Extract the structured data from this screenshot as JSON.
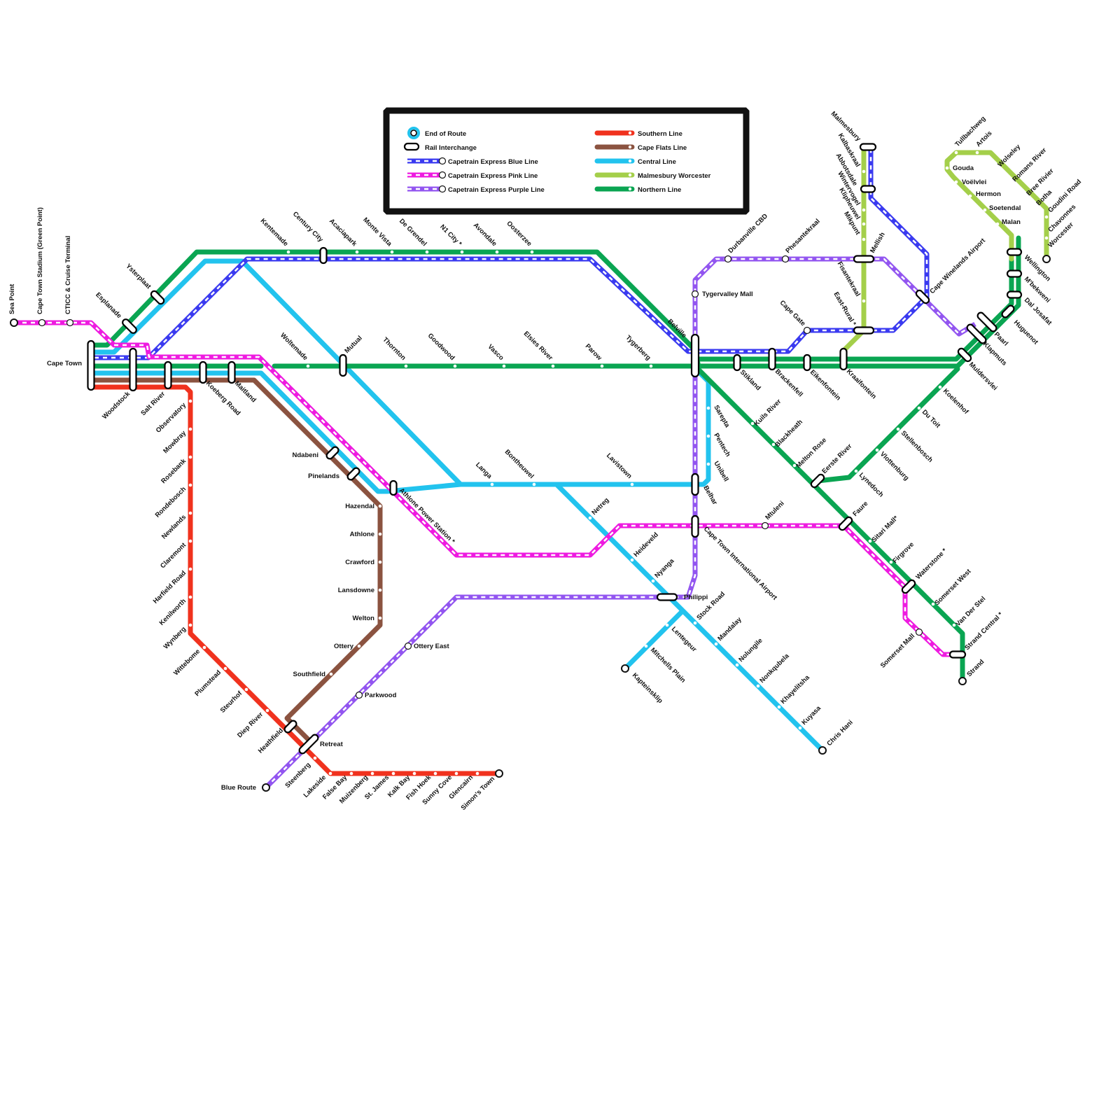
{
  "legend": {
    "end_of_route": "End of Route",
    "rail_interchange": "Rail Interchange",
    "express_blue": "Capetrain Express Blue Line",
    "express_pink": "Capetrain Express Pink Line",
    "express_purple": "Capetrain Express Purple Line",
    "southern": "Southern Line",
    "cape_flats": "Cape Flats Line",
    "central": "Central Line",
    "malmesbury_worcester": "Malmesbury Worcester",
    "northern": "Northern Line"
  },
  "colors": {
    "southern": "#f0321e",
    "cape_flats": "#8b5340",
    "central": "#22c3ee",
    "malmesbury": "#a4cf4a",
    "northern": "#0aa552",
    "blue": "#3a3af0",
    "pink": "#ee1be0",
    "purple": "#9255f0"
  },
  "lines": {
    "southern": "Southern Line",
    "cape_flats": "Cape Flats Line",
    "central": "Central Line",
    "malmesbury": "Malmesbury Worcester",
    "northern": "Northern Line",
    "blue": "Capetrain Express Blue Line",
    "pink": "Capetrain Express Pink Line",
    "purple": "Capetrain Express Purple Line"
  },
  "stations": {
    "sea_point": "Sea Point",
    "ct_stadium": "Cape Town Stadium (Green Point)",
    "ctcc": "CTICC & Cruise Terminal",
    "cape_town": "Cape Town",
    "esplanade": "Esplanade",
    "ysterplaat": "Ysterplaat",
    "woodstock": "Woodstock",
    "salt_river": "Salt River",
    "koeberg_road": "Koeberg Road",
    "maitland": "Maitland",
    "kentemade": "Kentemade",
    "century_city": "Century City",
    "acaciapark": "Acaciapark",
    "monte_vista": "Monte Vista",
    "de_grendel": "De Grendel",
    "n1_city": "N1 City *",
    "avondale": "Avondale",
    "oosterzee": "Oosterzee",
    "woltemade": "Woltemade",
    "mutual": "Mutual",
    "thornton": "Thornton",
    "goodwood": "Goodwood",
    "vasco": "Vasco",
    "elsies_river": "Elsies River",
    "parow": "Parow",
    "tygerberg": "Tygerberg",
    "bellville": "Belville",
    "durbanville": "Durbanville CBD",
    "phesantekraal": "Phesantekraal",
    "tygervalley": "Tygervalley Mall",
    "cape_gate": "Cape Gate",
    "east_rural": "East-Rural *",
    "fisantekraal": "Fisantekraal",
    "mellish": "Mellish",
    "cw_airport": "Cape Winelands Airport",
    "malmesbury": "Malmesbury",
    "abbotsdale": "Abbotsdale",
    "kalbaskraal": "Kalbaskraal",
    "wintervogel": "Wintervogel",
    "klipheuwel": "Klipheuwel",
    "mikpunt": "Mikpunt",
    "stikland": "Stikland",
    "brackenfell": "Brackenfell",
    "eikenfontein": "Eikenfontein",
    "kraaifontein": "Kraaifontein",
    "kuils_river": "Kuils River",
    "blackheath": "Blackheath",
    "melton_rose": "Melton Rose",
    "eerste_river": "Eerste River",
    "lynedoch": "Lynedoch",
    "vlottenburg": "Vlottenburg",
    "stellenbosch": "Stellenbosch",
    "du_toit": "Du Toit",
    "koelenhof": "Koelenhof",
    "muldersvlei": "Muldersvlei",
    "klapmuts": "Klapmuts",
    "paarl": "Paarl",
    "huguenot": "Huguenot",
    "dal_josafat": "Dal Josafat",
    "mbekweni": "M'bekweni",
    "wellington": "Wellington",
    "faure": "Faure",
    "sitari": "Sitari Mall*",
    "firgrove": "Firgrove",
    "waterstone": "Waterstone *",
    "somerset_west": "Somerset West",
    "van_der_stel": "Van Der Stel",
    "strand_central": "Strand Central *",
    "strand": "Strand",
    "somerset_mall": "Somerset Mall",
    "tulbachweg": "Tullbachweg",
    "artois": "Artois",
    "wolseley": "Wolseley",
    "romans_river": "Romans River",
    "bree_rivier": "Bree Rivier",
    "botha": "Botha",
    "goudini_road": "Goudini Road",
    "chavonnes": "Chavonnes",
    "worcester": "Worcester",
    "gouda": "Gouda",
    "voelvlei": "Voëlvlei",
    "hermon": "Hermon",
    "soetendal": "Soetendal",
    "malan": "Malan",
    "sarepta": "Sarepta",
    "pentech": "Pentech",
    "unibell": "Unibell",
    "belhar": "Belhar",
    "ct_airport": "Cape Town International Airport",
    "mtuleni": "Mtuleni",
    "langa": "Langa",
    "bontheuwel": "Bontheuwel",
    "lavistown": "Lavistown",
    "netreg": "Netreg",
    "heideveld": "Heideveld",
    "nyanga": "Nyanga",
    "philippi": "Philippi",
    "stock_road": "Stock Road",
    "mandalay": "Mandalay",
    "nolungile": "Nolungile",
    "nonkqubela": "Nonkqubela",
    "khayelitsha": "Khayelitsha",
    "kuyasa": "Kuyasa",
    "chris_hani": "Chris Hani",
    "lentegeur": "Lentegeur",
    "mitchells_plain": "Mitchells Plain",
    "kapteinsklip": "Kapteinsklip",
    "ndabeni": "Ndabeni",
    "pinelands": "Pinelands",
    "athlone_ps": "Athlone Power Station *",
    "hazendal": "Hazendal",
    "athlone": "Athlone",
    "crawford": "Crawford",
    "lansdowne": "Lansdowne",
    "welton": "Welton",
    "ottery": "Ottery",
    "ottery_east": "Ottery East",
    "southfield": "Southfield",
    "parkwood": "Parkwood",
    "heathfield": "Heathfield",
    "retreat": "Retreat",
    "steenberg": "Steenberg",
    "blue_route": "Blue Route",
    "observatory": "Observatory",
    "mowbray": "Mowbray",
    "rosebank": "Rosebank",
    "rondebosch": "Rondebosch",
    "newlands": "Newlands",
    "claremont": "Claremont",
    "harfield_road": "Harfield Road",
    "kenilworth": "Kenilworth",
    "wynberg": "Wynberg",
    "wittebome": "Wittebome",
    "plumstead": "Plumstead",
    "steurhof": "Steurhof",
    "diep_river": "Diep River",
    "lakeside": "Lakeside",
    "false_bay": "False Bay",
    "muizenberg": "Muizenberg",
    "st_james": "St. James",
    "kalk_bay": "Kalk Bay",
    "fish_hoek": "Fish Hoek",
    "sunny_cove": "Sunny Cove",
    "glencairn": "Glencairn",
    "simons_town": "Simon's Town"
  }
}
